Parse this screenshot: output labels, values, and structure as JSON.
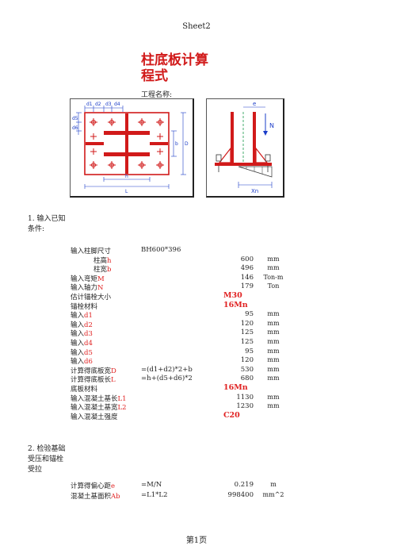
{
  "page_header": "Sheet2",
  "title_line1": "柱底板计算",
  "title_line2": "程式",
  "project_label": "工程名称:",
  "diagram_plan": {
    "labels": {
      "d1": "d1",
      "d2": "d2",
      "d3": "d3",
      "d4": "d4",
      "d5": "d5",
      "d6": "d6",
      "b": "b",
      "D": "D",
      "h": "h",
      "L": "L"
    }
  },
  "diagram_side": {
    "labels": {
      "e": "e",
      "N": "N",
      "Xn": "Xn"
    }
  },
  "section1": {
    "number": "1.",
    "title": "输入已知条件:"
  },
  "rows": [
    {
      "label": "输入柱脚尺寸",
      "formula": "BH600*396",
      "value": "",
      "unit": ""
    },
    {
      "label": "柱高",
      "var": "h",
      "formula": "",
      "value": "600",
      "unit": "mm",
      "indent": true
    },
    {
      "label": "柱宽",
      "var": "b",
      "formula": "",
      "value": "496",
      "unit": "mm",
      "indent": true
    },
    {
      "label": "输入弯矩",
      "var": "M",
      "formula": "",
      "value": "146",
      "unit": "Ton-m"
    },
    {
      "label": "输入轴力",
      "var": "N",
      "formula": "",
      "value": "179",
      "unit": "Ton"
    },
    {
      "label": "估计锚栓大小",
      "formula": "",
      "mat": "M30"
    },
    {
      "label": "锚栓材料",
      "formula": "",
      "mat": "16Mn"
    },
    {
      "label": "输入",
      "var": "d1",
      "formula": "",
      "value": "95",
      "unit": "mm"
    },
    {
      "label": "输入",
      "var": "d2",
      "formula": "",
      "value": "120",
      "unit": "mm"
    },
    {
      "label": "输入",
      "var": "d3",
      "formula": "",
      "value": "125",
      "unit": "mm"
    },
    {
      "label": "输入",
      "var": "d4",
      "formula": "",
      "value": "125",
      "unit": "mm"
    },
    {
      "label": "输入",
      "var": "d5",
      "formula": "",
      "value": "95",
      "unit": "mm"
    },
    {
      "label": "输入",
      "var": "d6",
      "formula": "",
      "value": "120",
      "unit": "mm"
    },
    {
      "label": "计算得底板宽",
      "var": "D",
      "formula": "=(d1+d2)*2+b",
      "value": "530",
      "unit": "mm"
    },
    {
      "label": "计算得底板长",
      "var": "L",
      "formula": "=h+(d5+d6)*2",
      "value": "680",
      "unit": "mm"
    },
    {
      "label": "底板材料",
      "formula": "",
      "mat": "16Mn"
    },
    {
      "label": "输入混凝土基长",
      "var": "L1",
      "formula": "",
      "value": "1130",
      "unit": "mm"
    },
    {
      "label": "输入混凝土基宽",
      "var": "L2",
      "formula": "",
      "value": "1230",
      "unit": "mm"
    },
    {
      "label": "输入混凝土强度",
      "formula": "",
      "mat": "C20"
    }
  ],
  "section2": {
    "number": "2.",
    "title": "检验基础受压和锚栓受拉"
  },
  "rows2": [
    {
      "label": "计算得偏心距",
      "var": "e",
      "formula": "=M/N",
      "value": "0.219",
      "unit": "m"
    },
    {
      "label": "混凝土基面积",
      "var": "Ab",
      "formula": "=L1*L2",
      "value": "998400",
      "unit": "mm^2"
    }
  ],
  "footer": "第1页"
}
